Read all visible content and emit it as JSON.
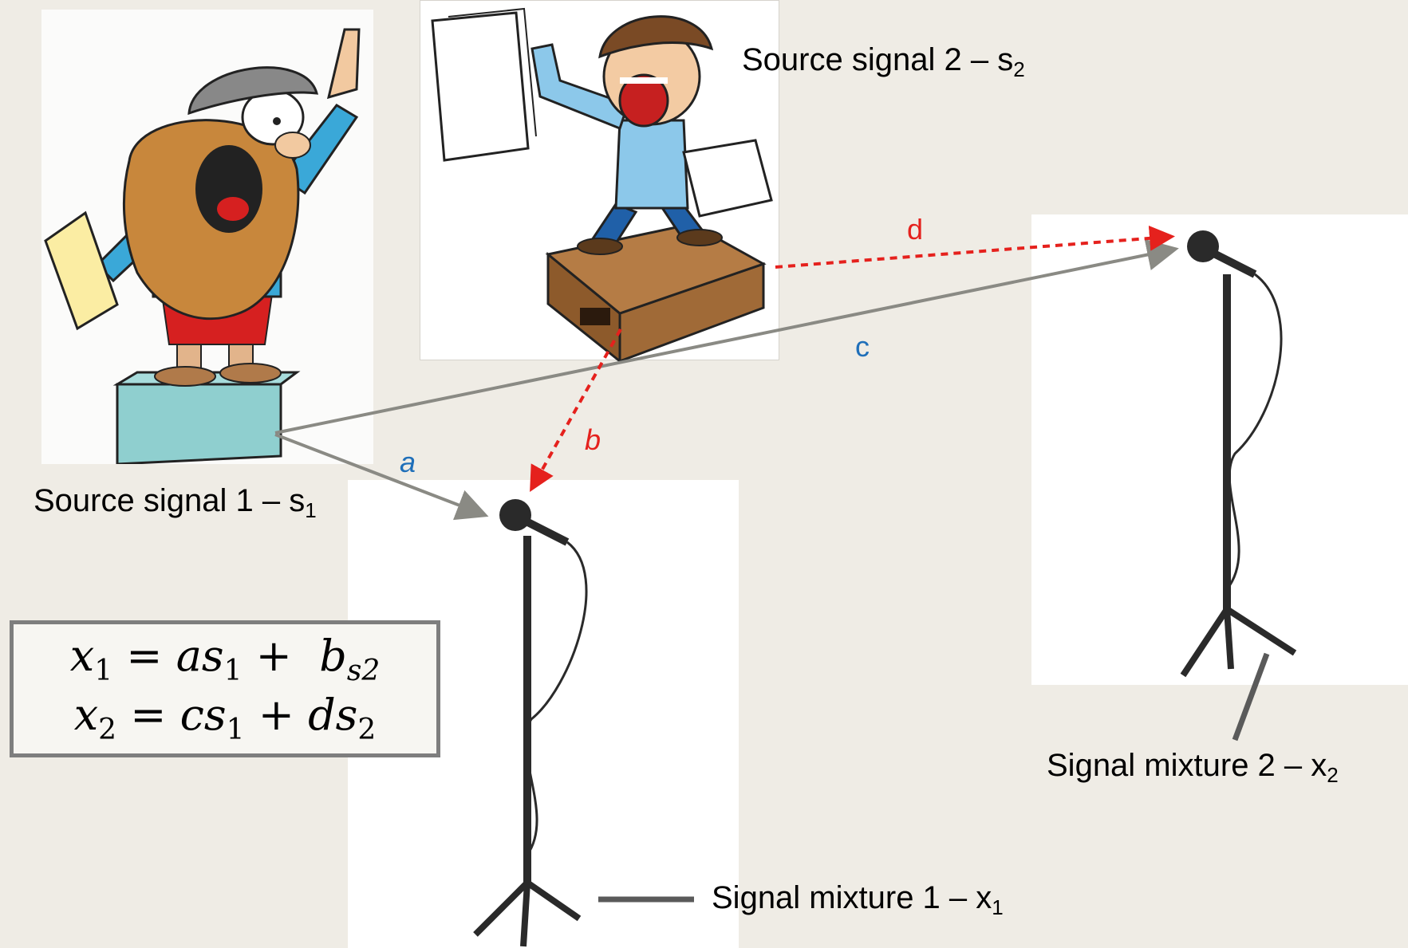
{
  "labels": {
    "source1": "Source signal 1 – s",
    "source1_sub": "1",
    "source2": "Source signal 2 – s",
    "source2_sub": "2",
    "mixture1": "Signal mixture 1 – x",
    "mixture1_sub": "1",
    "mixture2": "Signal mixture 2 – x",
    "mixture2_sub": "2"
  },
  "coefficients": {
    "a": "a",
    "b": "b",
    "c": "c",
    "d": "d"
  },
  "equations": [
    {
      "lhs": "x",
      "lhs_sub": "1",
      "op": " = ",
      "t1": "as",
      "t1_sub": "1",
      "plus": " +  ",
      "t2": "b",
      "t2_sub": "s2"
    },
    {
      "lhs": "x",
      "lhs_sub": "2",
      "op": " = ",
      "t1": "cs",
      "t1_sub": "1",
      "plus": " + ",
      "t2": "ds",
      "t2_sub": "2"
    }
  ],
  "colors": {
    "gray_arrow": "#8a8a84",
    "red_arrow": "#e5211d",
    "blue_text": "#1f6fb9",
    "background": "#efece5"
  },
  "icons": [
    "old-man-speaker-icon",
    "newsboy-speaker-icon",
    "microphone-stand-icon"
  ]
}
